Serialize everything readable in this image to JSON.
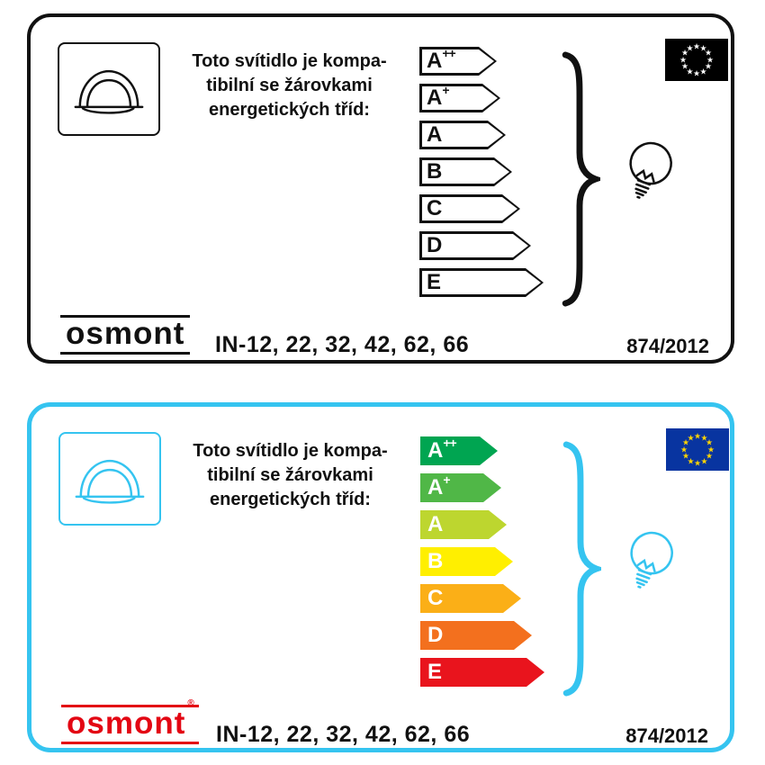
{
  "page": {
    "background": "#ffffff"
  },
  "cards": [
    {
      "style": "monochrome",
      "border_color": "#111111",
      "accent": "#111111",
      "compat_lines": [
        "Toto svítidlo je kompa-",
        "tibilní se žárovkami",
        "energetických tříd:"
      ],
      "energy_classes": [
        {
          "letter": "A",
          "sup": "++",
          "edge": "#111111",
          "fill": "#ffffff",
          "text_color": "#111111"
        },
        {
          "letter": "A",
          "sup": "+",
          "edge": "#111111",
          "fill": "#ffffff",
          "text_color": "#111111"
        },
        {
          "letter": "A",
          "sup": "",
          "edge": "#111111",
          "fill": "#ffffff",
          "text_color": "#111111"
        },
        {
          "letter": "B",
          "sup": "",
          "edge": "#111111",
          "fill": "#ffffff",
          "text_color": "#111111"
        },
        {
          "letter": "C",
          "sup": "",
          "edge": "#111111",
          "fill": "#ffffff",
          "text_color": "#111111"
        },
        {
          "letter": "D",
          "sup": "",
          "edge": "#111111",
          "fill": "#ffffff",
          "text_color": "#111111"
        },
        {
          "letter": "E",
          "sup": "",
          "edge": "#111111",
          "fill": "#ffffff",
          "text_color": "#111111"
        }
      ],
      "flag": {
        "bg": "#000000",
        "star_color": "#ffffff",
        "star_glyph": "★"
      },
      "brand": "osmont",
      "brand_color": "#111111",
      "trademark": "",
      "models": "IN-12, 22, 32, 42, 62, 66",
      "regulation": "874/2012"
    },
    {
      "style": "color",
      "border_color": "#35c4f0",
      "accent": "#35c4f0",
      "compat_lines": [
        "Toto svítidlo je kompa-",
        "tibilní se žárovkami",
        "energetických tříd:"
      ],
      "energy_classes": [
        {
          "letter": "A",
          "sup": "++",
          "edge": "#00a551",
          "fill": "#00a551",
          "text_color": "#ffffff"
        },
        {
          "letter": "A",
          "sup": "+",
          "edge": "#50b747",
          "fill": "#50b747",
          "text_color": "#ffffff"
        },
        {
          "letter": "A",
          "sup": "",
          "edge": "#bdd62f",
          "fill": "#bdd62f",
          "text_color": "#ffffff"
        },
        {
          "letter": "B",
          "sup": "",
          "edge": "#ffef00",
          "fill": "#ffef00",
          "text_color": "#ffffff"
        },
        {
          "letter": "C",
          "sup": "",
          "edge": "#fbaf17",
          "fill": "#fbaf17",
          "text_color": "#ffffff"
        },
        {
          "letter": "D",
          "sup": "",
          "edge": "#f3701e",
          "fill": "#f3701e",
          "text_color": "#ffffff"
        },
        {
          "letter": "E",
          "sup": "",
          "edge": "#e9141d",
          "fill": "#e9141d",
          "text_color": "#ffffff"
        }
      ],
      "flag": {
        "bg": "#0834a0",
        "star_color": "#ffd500",
        "star_glyph": "★"
      },
      "brand": "osmont",
      "brand_color": "#e30613",
      "trademark": "®",
      "models": "IN-12, 22, 32, 42, 62, 66",
      "regulation": "874/2012"
    }
  ]
}
